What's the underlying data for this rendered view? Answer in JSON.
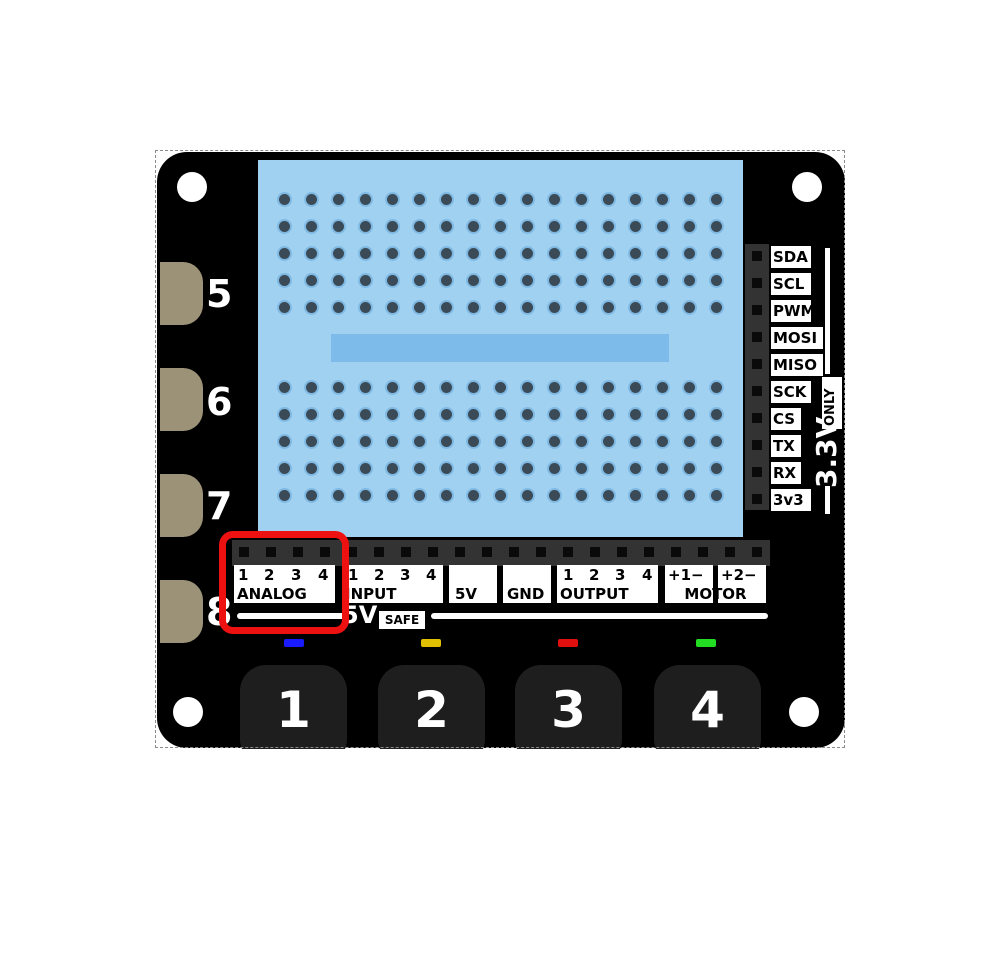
{
  "edge_pads": [
    "5",
    "6",
    "7",
    "8"
  ],
  "side_pins": [
    "SDA",
    "SCL",
    "PWM",
    "MOSI",
    "MISO",
    "SCK",
    "CS",
    "TX",
    "RX",
    "3v3"
  ],
  "side_voltage": {
    "value": "3.3V",
    "note": "ONLY"
  },
  "header_groups": {
    "analog": {
      "numbers": [
        "1",
        "2",
        "3",
        "4"
      ],
      "label": "ANALOG"
    },
    "input": {
      "numbers": [
        "1",
        "2",
        "3",
        "4"
      ],
      "label": "INPUT"
    },
    "five_v": "5V",
    "gnd": "GND",
    "output": {
      "numbers": [
        "1",
        "2",
        "3",
        "4"
      ],
      "label": "OUTPUT"
    },
    "motor": {
      "pins": [
        "+1−",
        "+2−"
      ],
      "label": "MOTOR"
    }
  },
  "safe_label": {
    "value": "5V",
    "note": "SAFE"
  },
  "leds": [
    {
      "color": "#1a1aff"
    },
    {
      "color": "#e0c000"
    },
    {
      "color": "#e01010"
    },
    {
      "color": "#22dd22"
    }
  ],
  "buttons": [
    "1",
    "2",
    "3",
    "4"
  ],
  "colors": {
    "board": "#000000",
    "breadboard": "#a1d1f0",
    "pad": "#9c9277",
    "highlight": "#ee1111"
  },
  "breadboard_grid": {
    "columns": 17,
    "top_rows": 5,
    "bottom_rows": 5
  }
}
